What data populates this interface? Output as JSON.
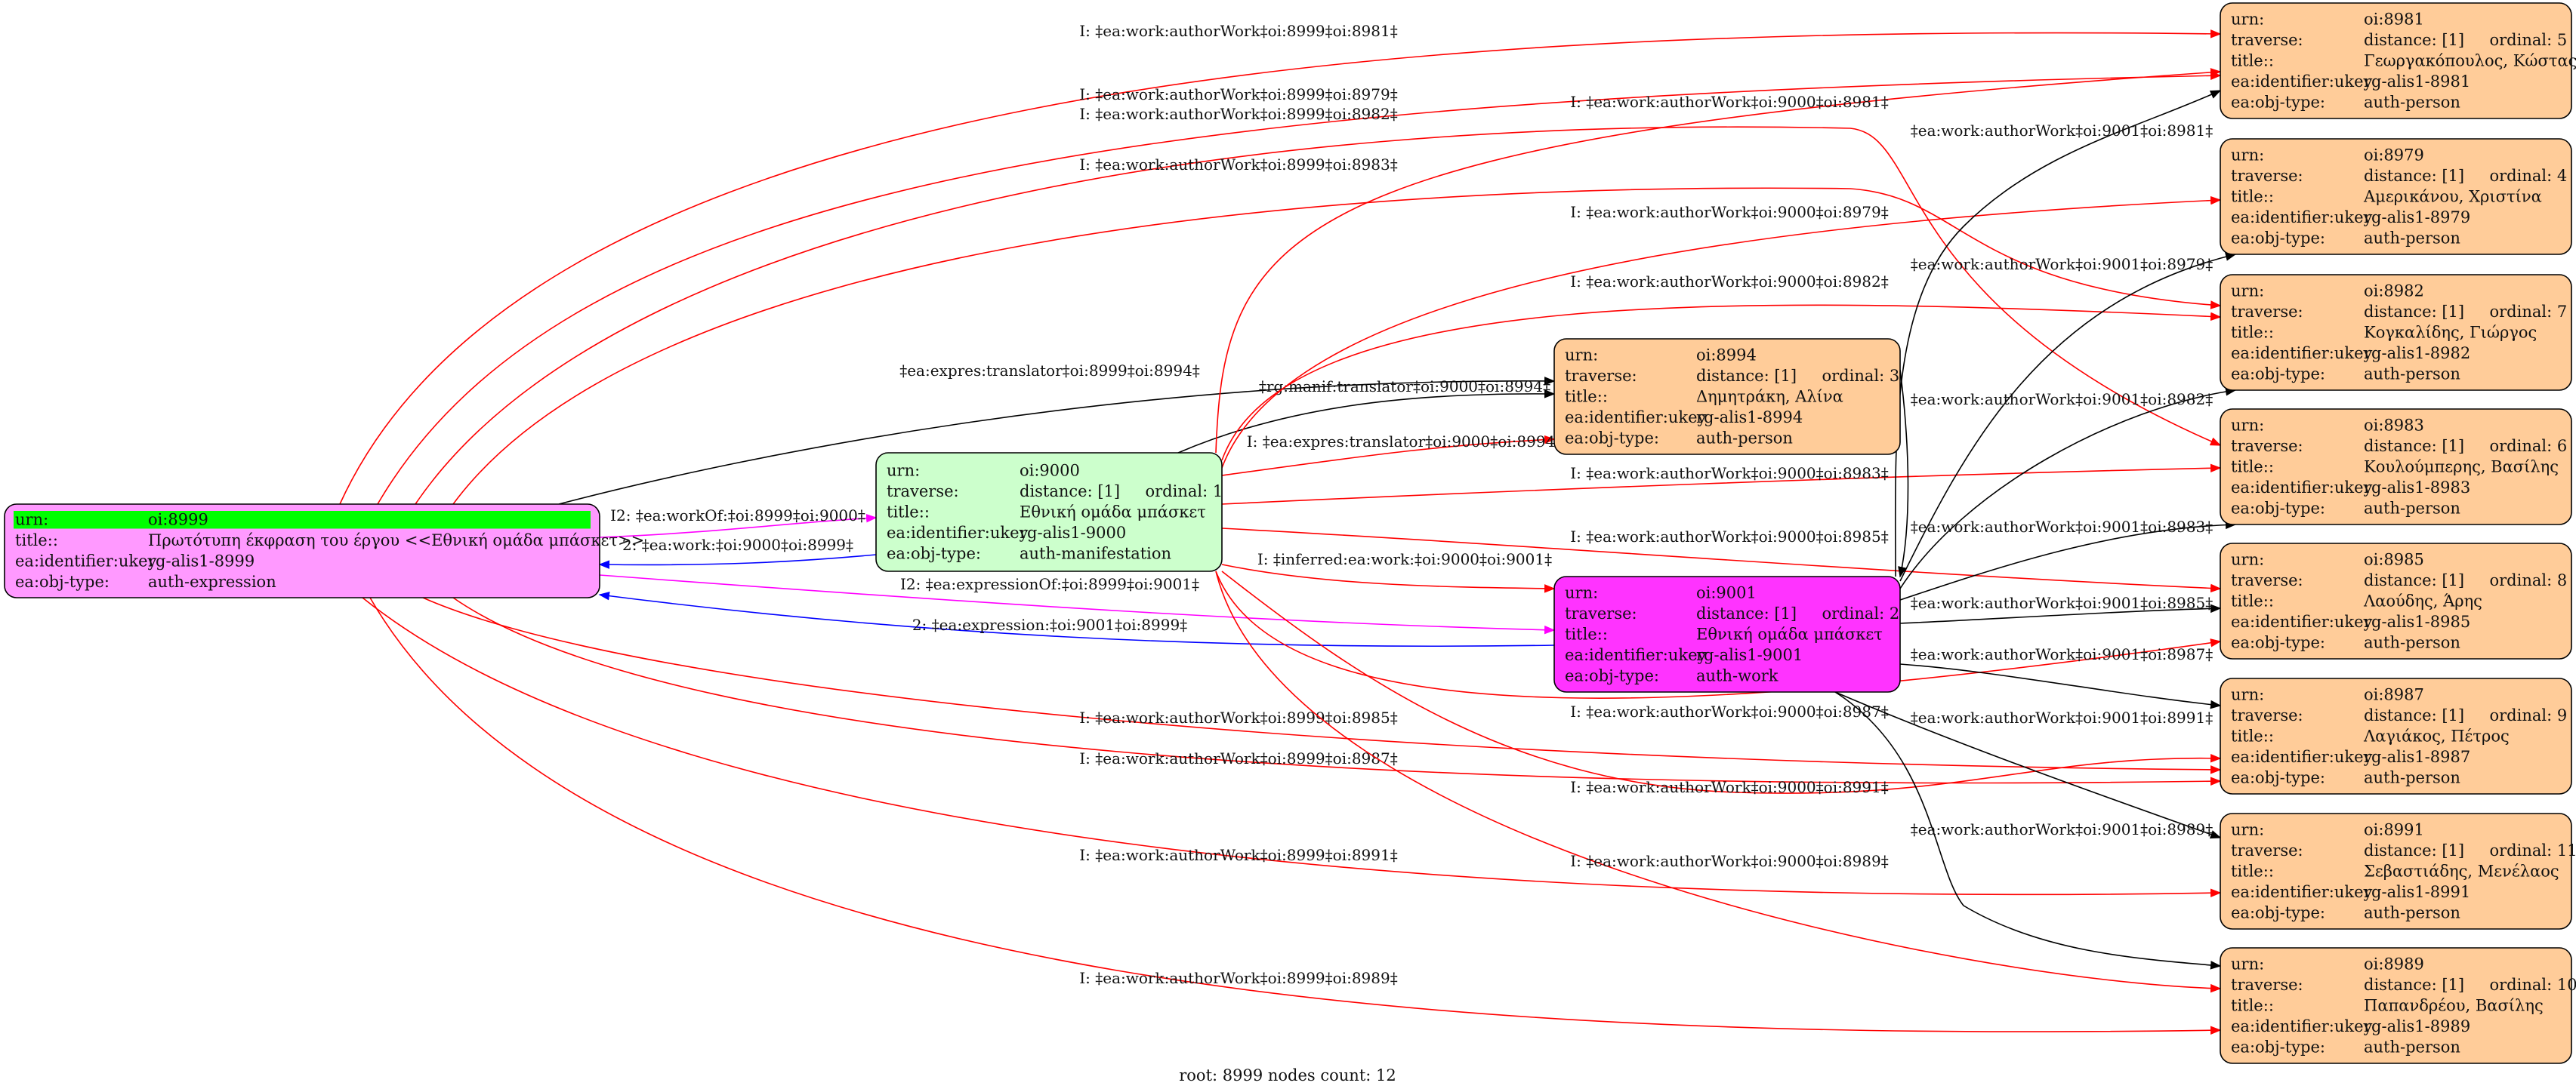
{
  "colors": {
    "root": "#ff99ff",
    "root_header": "#00ff00",
    "manifestation": "#ccffcc",
    "work": "#ff33ff",
    "person": "#ffcc99",
    "edge_red": "#ff0000",
    "edge_black": "#000000",
    "edge_blue": "#0000ff",
    "edge_magenta": "#ff00ff"
  },
  "nodes": [
    {
      "id": "n8999",
      "type": "root",
      "rows": [
        [
          "urn:",
          "oi:8999"
        ],
        [
          "title::",
          "Πρωτότυπη έκφραση του έργου <<Εθνική ομάδα μπάσκετ>>"
        ],
        [
          "ea:identifier:ukey",
          "rg-alis1-8999"
        ],
        [
          "ea:obj-type:",
          "auth-expression"
        ]
      ]
    },
    {
      "id": "n9000",
      "type": "manifestation",
      "rows": [
        [
          "urn:",
          "oi:9000"
        ],
        [
          "traverse:",
          "distance: [1]     ordinal: 1"
        ],
        [
          "title::",
          "Εθνική ομάδα μπάσκετ"
        ],
        [
          "ea:identifier:ukey",
          "rg-alis1-9000"
        ],
        [
          "ea:obj-type:",
          "auth-manifestation"
        ]
      ]
    },
    {
      "id": "n8994",
      "type": "person",
      "rows": [
        [
          "urn:",
          "oi:8994"
        ],
        [
          "traverse:",
          "distance: [1]     ordinal: 3"
        ],
        [
          "title::",
          "Δημητράκη, Αλίνα"
        ],
        [
          "ea:identifier:ukey",
          "rg-alis1-8994"
        ],
        [
          "ea:obj-type:",
          "auth-person"
        ]
      ]
    },
    {
      "id": "n9001",
      "type": "work",
      "rows": [
        [
          "urn:",
          "oi:9001"
        ],
        [
          "traverse:",
          "distance: [1]     ordinal: 2"
        ],
        [
          "title::",
          "Εθνική ομάδα μπάσκετ"
        ],
        [
          "ea:identifier:ukey",
          "rg-alis1-9001"
        ],
        [
          "ea:obj-type:",
          "auth-work"
        ]
      ]
    },
    {
      "id": "n8981",
      "type": "person",
      "rows": [
        [
          "urn:",
          "oi:8981"
        ],
        [
          "traverse:",
          "distance: [1]     ordinal: 5"
        ],
        [
          "title::",
          "Γεωργακόπουλος, Κώστας"
        ],
        [
          "ea:identifier:ukey",
          "rg-alis1-8981"
        ],
        [
          "ea:obj-type:",
          "auth-person"
        ]
      ]
    },
    {
      "id": "n8979",
      "type": "person",
      "rows": [
        [
          "urn:",
          "oi:8979"
        ],
        [
          "traverse:",
          "distance: [1]     ordinal: 4"
        ],
        [
          "title::",
          "Αμερικάνου, Χριστίνα"
        ],
        [
          "ea:identifier:ukey",
          "rg-alis1-8979"
        ],
        [
          "ea:obj-type:",
          "auth-person"
        ]
      ]
    },
    {
      "id": "n8982",
      "type": "person",
      "rows": [
        [
          "urn:",
          "oi:8982"
        ],
        [
          "traverse:",
          "distance: [1]     ordinal: 7"
        ],
        [
          "title::",
          "Κογκαλίδης, Γιώργος"
        ],
        [
          "ea:identifier:ukey",
          "rg-alis1-8982"
        ],
        [
          "ea:obj-type:",
          "auth-person"
        ]
      ]
    },
    {
      "id": "n8983",
      "type": "person",
      "rows": [
        [
          "urn:",
          "oi:8983"
        ],
        [
          "traverse:",
          "distance: [1]     ordinal: 6"
        ],
        [
          "title::",
          "Κουλούμπερης, Βασίλης"
        ],
        [
          "ea:identifier:ukey",
          "rg-alis1-8983"
        ],
        [
          "ea:obj-type:",
          "auth-person"
        ]
      ]
    },
    {
      "id": "n8985",
      "type": "person",
      "rows": [
        [
          "urn:",
          "oi:8985"
        ],
        [
          "traverse:",
          "distance: [1]     ordinal: 8"
        ],
        [
          "title::",
          "Λαούδης, Άρης"
        ],
        [
          "ea:identifier:ukey",
          "rg-alis1-8985"
        ],
        [
          "ea:obj-type:",
          "auth-person"
        ]
      ]
    },
    {
      "id": "n8987",
      "type": "person",
      "rows": [
        [
          "urn:",
          "oi:8987"
        ],
        [
          "traverse:",
          "distance: [1]     ordinal: 9"
        ],
        [
          "title::",
          "Λαγιάκος, Πέτρος"
        ],
        [
          "ea:identifier:ukey",
          "rg-alis1-8987"
        ],
        [
          "ea:obj-type:",
          "auth-person"
        ]
      ]
    },
    {
      "id": "n8991",
      "type": "person",
      "rows": [
        [
          "urn:",
          "oi:8991"
        ],
        [
          "traverse:",
          "distance: [1]     ordinal: 11"
        ],
        [
          "title::",
          "Σεβαστιάδης, Μενέλαος"
        ],
        [
          "ea:identifier:ukey",
          "rg-alis1-8991"
        ],
        [
          "ea:obj-type:",
          "auth-person"
        ]
      ]
    },
    {
      "id": "n8989",
      "type": "person",
      "rows": [
        [
          "urn:",
          "oi:8989"
        ],
        [
          "traverse:",
          "distance: [1]     ordinal: 10"
        ],
        [
          "title::",
          "Παπανδρέου, Βασίλης"
        ],
        [
          "ea:identifier:ukey",
          "rg-alis1-8989"
        ],
        [
          "ea:obj-type:",
          "auth-person"
        ]
      ]
    }
  ],
  "edges": [
    {
      "id": "e01",
      "color": "edge_red",
      "label": "I: ‡ea:work:authorWork‡oi:8999‡oi:8981‡"
    },
    {
      "id": "e02",
      "color": "edge_red",
      "label": "I: ‡ea:work:authorWork‡oi:8999‡oi:8979‡"
    },
    {
      "id": "e03",
      "color": "edge_red",
      "label": "I: ‡ea:work:authorWork‡oi:8999‡oi:8982‡"
    },
    {
      "id": "e04",
      "color": "edge_red",
      "label": "I: ‡ea:work:authorWork‡oi:8999‡oi:8983‡"
    },
    {
      "id": "e05",
      "color": "edge_black",
      "label": "‡ea:expres:translator‡oi:8999‡oi:8994‡"
    },
    {
      "id": "e06",
      "color": "edge_magenta",
      "label": "I2: ‡ea:workOf:‡oi:8999‡oi:9000‡"
    },
    {
      "id": "e07",
      "color": "edge_blue",
      "label": "2: ‡ea:work:‡oi:9000‡oi:8999‡"
    },
    {
      "id": "e08",
      "color": "edge_magenta",
      "label": "I2: ‡ea:expressionOf:‡oi:8999‡oi:9001‡"
    },
    {
      "id": "e09",
      "color": "edge_blue",
      "label": "2: ‡ea:expression:‡oi:9001‡oi:8999‡"
    },
    {
      "id": "e10",
      "color": "edge_red",
      "label": "I: ‡ea:work:authorWork‡oi:8999‡oi:8985‡"
    },
    {
      "id": "e11",
      "color": "edge_red",
      "label": "I: ‡ea:work:authorWork‡oi:8999‡oi:8987‡"
    },
    {
      "id": "e12",
      "color": "edge_red",
      "label": "I: ‡ea:work:authorWork‡oi:8999‡oi:8991‡"
    },
    {
      "id": "e13",
      "color": "edge_red",
      "label": "I: ‡ea:work:authorWork‡oi:8999‡oi:8989‡"
    },
    {
      "id": "e14",
      "color": "edge_black",
      "label": "‡rg:manif:translator‡oi:9000‡oi:8994‡"
    },
    {
      "id": "e15",
      "color": "edge_red",
      "label": "I: ‡ea:expres:translator‡oi:9000‡oi:8994‡"
    },
    {
      "id": "e16",
      "color": "edge_red",
      "label": "I: ‡ea:work:authorWork‡oi:9000‡oi:8981‡"
    },
    {
      "id": "e17",
      "color": "edge_red",
      "label": "I: ‡ea:work:authorWork‡oi:9000‡oi:8979‡"
    },
    {
      "id": "e18",
      "color": "edge_red",
      "label": "I: ‡ea:work:authorWork‡oi:9000‡oi:8982‡"
    },
    {
      "id": "e19",
      "color": "edge_red",
      "label": "I: ‡ea:work:authorWork‡oi:9000‡oi:8983‡"
    },
    {
      "id": "e20",
      "color": "edge_red",
      "label": "I: ‡ea:work:authorWork‡oi:9000‡oi:8985‡"
    },
    {
      "id": "e21",
      "color": "edge_red",
      "label": "I: ‡inferred:ea:work:‡oi:9000‡oi:9001‡"
    },
    {
      "id": "e22",
      "color": "edge_red",
      "label": "I: ‡ea:work:authorWork‡oi:9000‡oi:8987‡"
    },
    {
      "id": "e23",
      "color": "edge_red",
      "label": "I: ‡ea:work:authorWork‡oi:9000‡oi:8991‡"
    },
    {
      "id": "e24",
      "color": "edge_red",
      "label": "I: ‡ea:work:authorWork‡oi:9000‡oi:8989‡"
    },
    {
      "id": "e25",
      "color": "edge_black",
      "label": "‡ea:work:authorWork‡oi:9001‡oi:8981‡"
    },
    {
      "id": "e26",
      "color": "edge_black",
      "label": "‡ea:work:authorWork‡oi:9001‡oi:8979‡"
    },
    {
      "id": "e27",
      "color": "edge_black",
      "label": "‡ea:work:authorWork‡oi:9001‡oi:8982‡"
    },
    {
      "id": "e28",
      "color": "edge_black",
      "label": "‡ea:work:authorWork‡oi:9001‡oi:8983‡"
    },
    {
      "id": "e29",
      "color": "edge_black",
      "label": "‡ea:work:authorWork‡oi:9001‡oi:8985‡"
    },
    {
      "id": "e30",
      "color": "edge_black",
      "label": "‡ea:work:authorWork‡oi:9001‡oi:8987‡"
    },
    {
      "id": "e31",
      "color": "edge_black",
      "label": "‡ea:work:authorWork‡oi:9001‡oi:8991‡"
    },
    {
      "id": "e32",
      "color": "edge_black",
      "label": "‡ea:work:authorWork‡oi:9001‡oi:8989‡"
    },
    {
      "id": "e33",
      "color": "edge_black",
      "label": ""
    }
  ],
  "footer": "root: 8999 nodes count: 12"
}
